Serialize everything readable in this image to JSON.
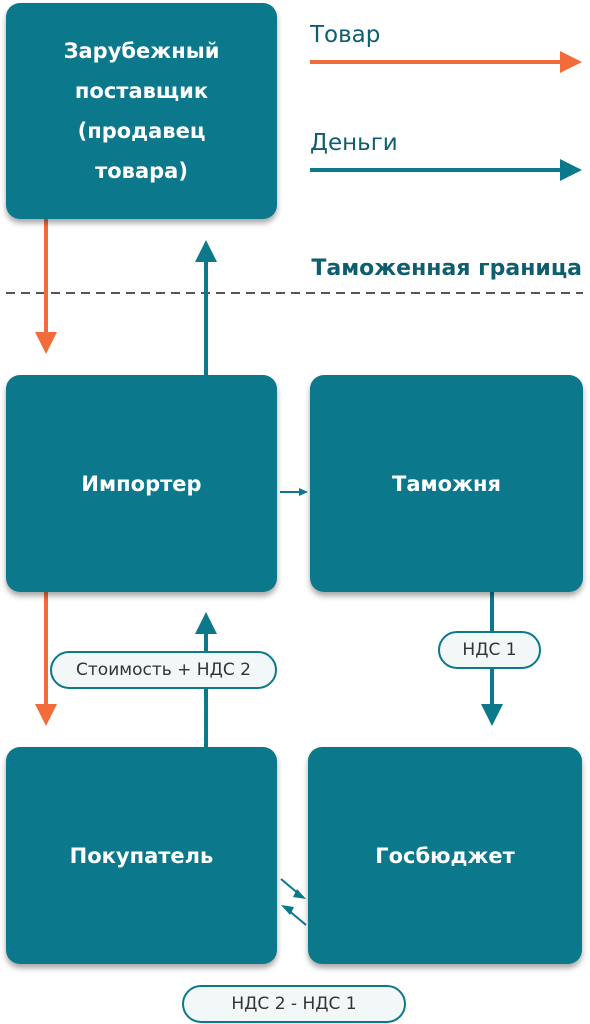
{
  "legend": {
    "goods_label": "Товар",
    "money_label": "Деньги",
    "goods_color": "#f26b3a",
    "money_color": "#0b788c"
  },
  "border_label": "Таможенная граница",
  "nodes": {
    "supplier": "Зарубежный\nпоставщик\n(продавец\nтовара)",
    "importer": "Импортер",
    "customs": "Таможня",
    "buyer": "Покупатель",
    "budget": "Госбюджет"
  },
  "edge_labels": {
    "buyer_to_importer": "Стоимость + НДС 2",
    "customs_to_budget": "НДС 1",
    "budget_buyer": "НДС 2 - НДС 1"
  }
}
